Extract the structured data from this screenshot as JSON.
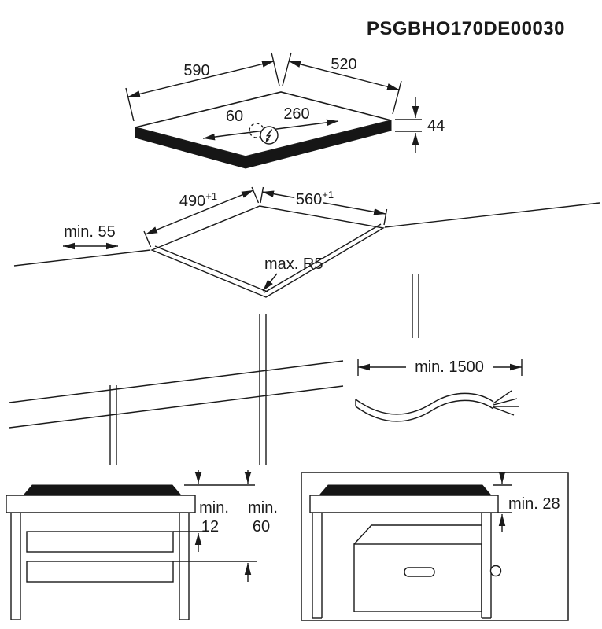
{
  "doc_code": "PSGBHO170DE00030",
  "hob": {
    "width": "590",
    "depth": "520",
    "height": "44",
    "power_offset_a": "60",
    "power_offset_b": "260"
  },
  "cutout": {
    "width": "490",
    "width_tol": "+1",
    "depth": "560",
    "depth_tol": "+1",
    "rear_clearance": "min. 55",
    "corner_radius": "max. R5"
  },
  "cable": {
    "min_length": "min. 1500"
  },
  "drawer_clearance": {
    "min_label_a": "min.",
    "value_a": "12",
    "min_label_b": "min.",
    "value_b": "60"
  },
  "oven_clearance": {
    "label": "min. 28"
  },
  "icons": {
    "power": "lightning-bolt"
  },
  "colors": {
    "line": "#1a1a1a",
    "dark_fill": "#161616",
    "background": "#ffffff"
  }
}
